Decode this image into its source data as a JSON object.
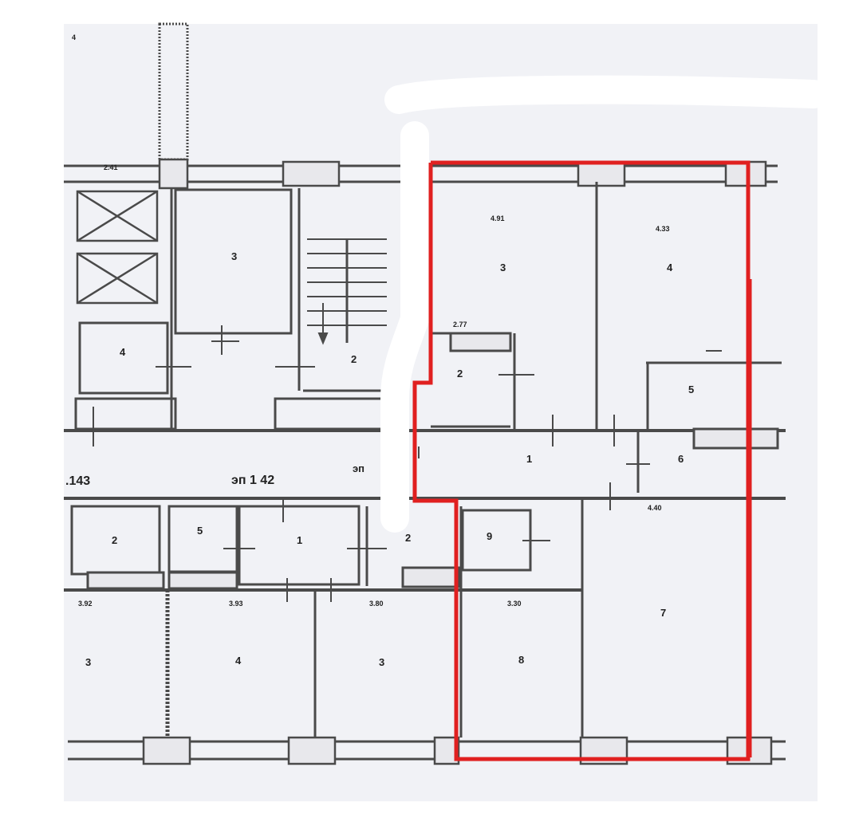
{
  "plan": {
    "highlight_color": "#e02020",
    "wall_color": "#4a4a4a",
    "top_labels": [
      "4"
    ],
    "dimensions": [
      "2.41",
      "4.91",
      "4.33",
      "2.77",
      "4.40",
      "3.92",
      "3.93",
      "3.80",
      "3.30"
    ],
    "room_numbers": {
      "left_top_3": "3",
      "left_mid_4": "4",
      "stair_2": "2",
      "upper_3": "3",
      "upper_4": "4",
      "upper_2": "2",
      "upper_5": "5",
      "upper_1": "1",
      "upper_6": "6",
      "lower_2_left": "2",
      "lower_5": "5",
      "lower_1": "1",
      "lower_2": "2",
      "lower_9": "9",
      "lower_3_left": "3",
      "lower_4": "4",
      "lower_3": "3",
      "lower_8": "8",
      "lower_7": "7"
    },
    "corridor_labels": [
      ".143",
      "эп 1 42",
      "эп"
    ]
  }
}
